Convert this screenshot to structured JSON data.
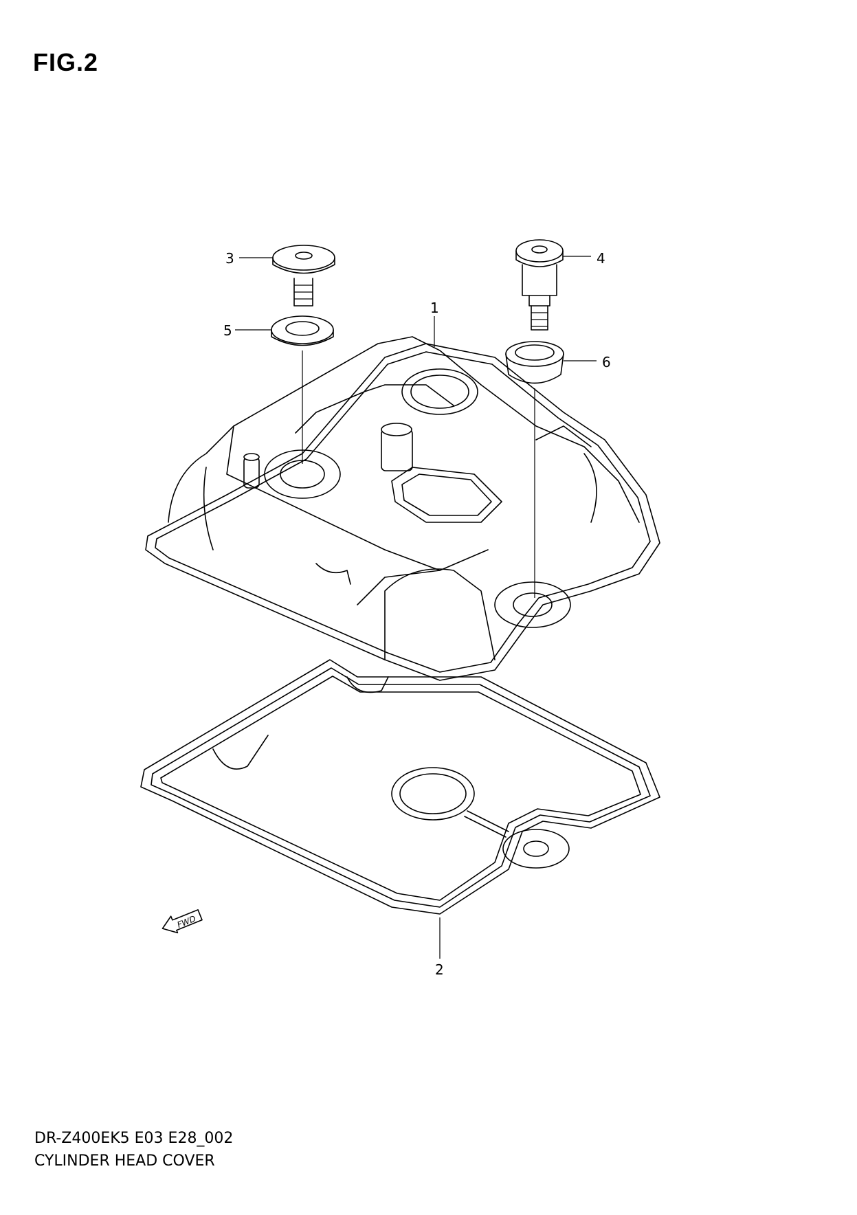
{
  "figure": {
    "title": "FIG.2"
  },
  "callouts": {
    "c1": "1",
    "c2": "2",
    "c3": "3",
    "c4": "4",
    "c5": "5",
    "c6": "6"
  },
  "fwd_marker": {
    "label": "FWD",
    "icon": "arrow-fwd-icon"
  },
  "footer": {
    "code": "DR-Z400EK5 E03 E28_002",
    "name": "CYLINDER HEAD COVER"
  }
}
